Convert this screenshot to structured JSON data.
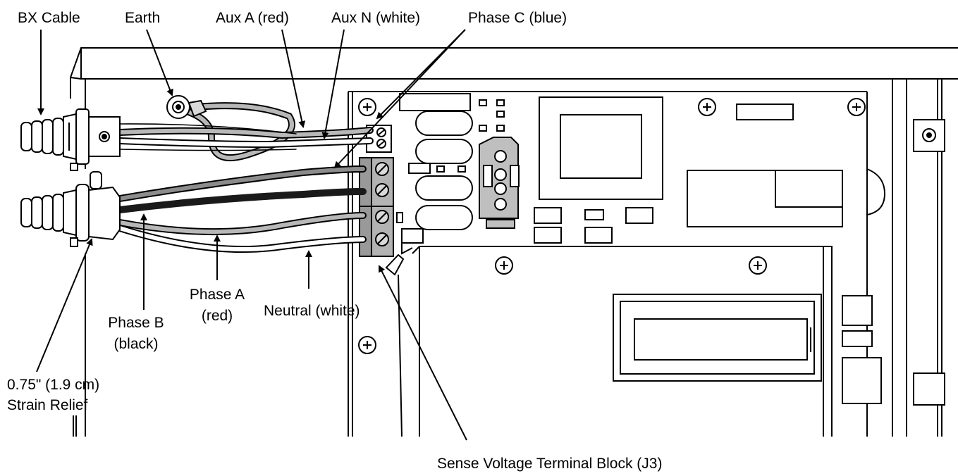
{
  "labels": {
    "bx_cable": "BX Cable",
    "earth": "Earth",
    "aux_a": "Aux A (red)",
    "aux_n": "Aux N (white)",
    "phase_c": "Phase C (blue)",
    "phase_a_line1": "Phase A",
    "phase_a_line2": "(red)",
    "neutral": "Neutral (white)",
    "phase_b_line1": "Phase B",
    "phase_b_line2": "(black)",
    "strain_relief_line1": "0.75\" (1.9 cm)",
    "strain_relief_line2": "Strain Relief",
    "sense_block": "Sense Voltage Terminal Block (J3)"
  },
  "colors": {
    "line": "#000000",
    "wire_light": "#b8b8b8",
    "wire_mid": "#8c8c8c",
    "wire_black": "#1a1a1a",
    "terminal_fill": "#999999",
    "connector_fill": "#bfbfbf",
    "background": "#ffffff"
  }
}
